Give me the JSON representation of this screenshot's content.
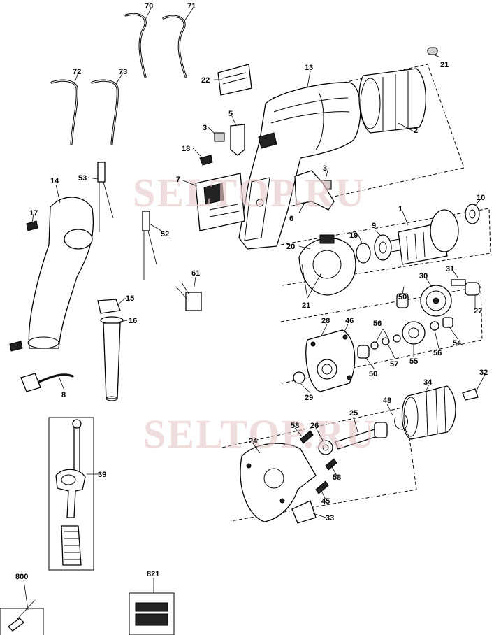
{
  "watermark": "SELTOP.RU",
  "parts": [
    {
      "id": "label-70",
      "text": "70"
    },
    {
      "id": "label-71",
      "text": "71"
    },
    {
      "id": "label-72",
      "text": "72"
    },
    {
      "id": "label-73",
      "text": "73"
    },
    {
      "id": "label-22",
      "text": "22"
    },
    {
      "id": "label-13",
      "text": "13"
    },
    {
      "id": "label-21a",
      "text": "21"
    },
    {
      "id": "label-2",
      "text": "2"
    },
    {
      "id": "label-5",
      "text": "5"
    },
    {
      "id": "label-3a",
      "text": "3"
    },
    {
      "id": "label-18",
      "text": "18"
    },
    {
      "id": "label-14",
      "text": "14"
    },
    {
      "id": "label-53",
      "text": "53"
    },
    {
      "id": "label-7",
      "text": "7"
    },
    {
      "id": "label-3b",
      "text": "3"
    },
    {
      "id": "label-10",
      "text": "10"
    },
    {
      "id": "label-17",
      "text": "17"
    },
    {
      "id": "label-52",
      "text": "52"
    },
    {
      "id": "label-6",
      "text": "6"
    },
    {
      "id": "label-1",
      "text": "1"
    },
    {
      "id": "label-9",
      "text": "9"
    },
    {
      "id": "label-19",
      "text": "19"
    },
    {
      "id": "label-20",
      "text": "20"
    },
    {
      "id": "label-61",
      "text": "61"
    },
    {
      "id": "label-31",
      "text": "31"
    },
    {
      "id": "label-30",
      "text": "30"
    },
    {
      "id": "label-21b",
      "text": "21"
    },
    {
      "id": "label-15",
      "text": "15"
    },
    {
      "id": "label-50a",
      "text": "50"
    },
    {
      "id": "label-27",
      "text": "27"
    },
    {
      "id": "label-16",
      "text": "16"
    },
    {
      "id": "label-28",
      "text": "28"
    },
    {
      "id": "label-46",
      "text": "46"
    },
    {
      "id": "label-56a",
      "text": "56"
    },
    {
      "id": "label-54",
      "text": "54"
    },
    {
      "id": "label-56b",
      "text": "56"
    },
    {
      "id": "label-57",
      "text": "57"
    },
    {
      "id": "label-55",
      "text": "55"
    },
    {
      "id": "label-50b",
      "text": "50"
    },
    {
      "id": "label-8",
      "text": "8"
    },
    {
      "id": "label-29",
      "text": "29"
    },
    {
      "id": "label-32",
      "text": "32"
    },
    {
      "id": "label-34",
      "text": "34"
    },
    {
      "id": "label-48",
      "text": "48"
    },
    {
      "id": "label-25",
      "text": "25"
    },
    {
      "id": "label-58a",
      "text": "58"
    },
    {
      "id": "label-26",
      "text": "26"
    },
    {
      "id": "label-24",
      "text": "24"
    },
    {
      "id": "label-39",
      "text": "39"
    },
    {
      "id": "label-58b",
      "text": "58"
    },
    {
      "id": "label-45",
      "text": "45"
    },
    {
      "id": "label-33",
      "text": "33"
    },
    {
      "id": "label-800",
      "text": "800"
    },
    {
      "id": "label-821",
      "text": "821"
    }
  ]
}
